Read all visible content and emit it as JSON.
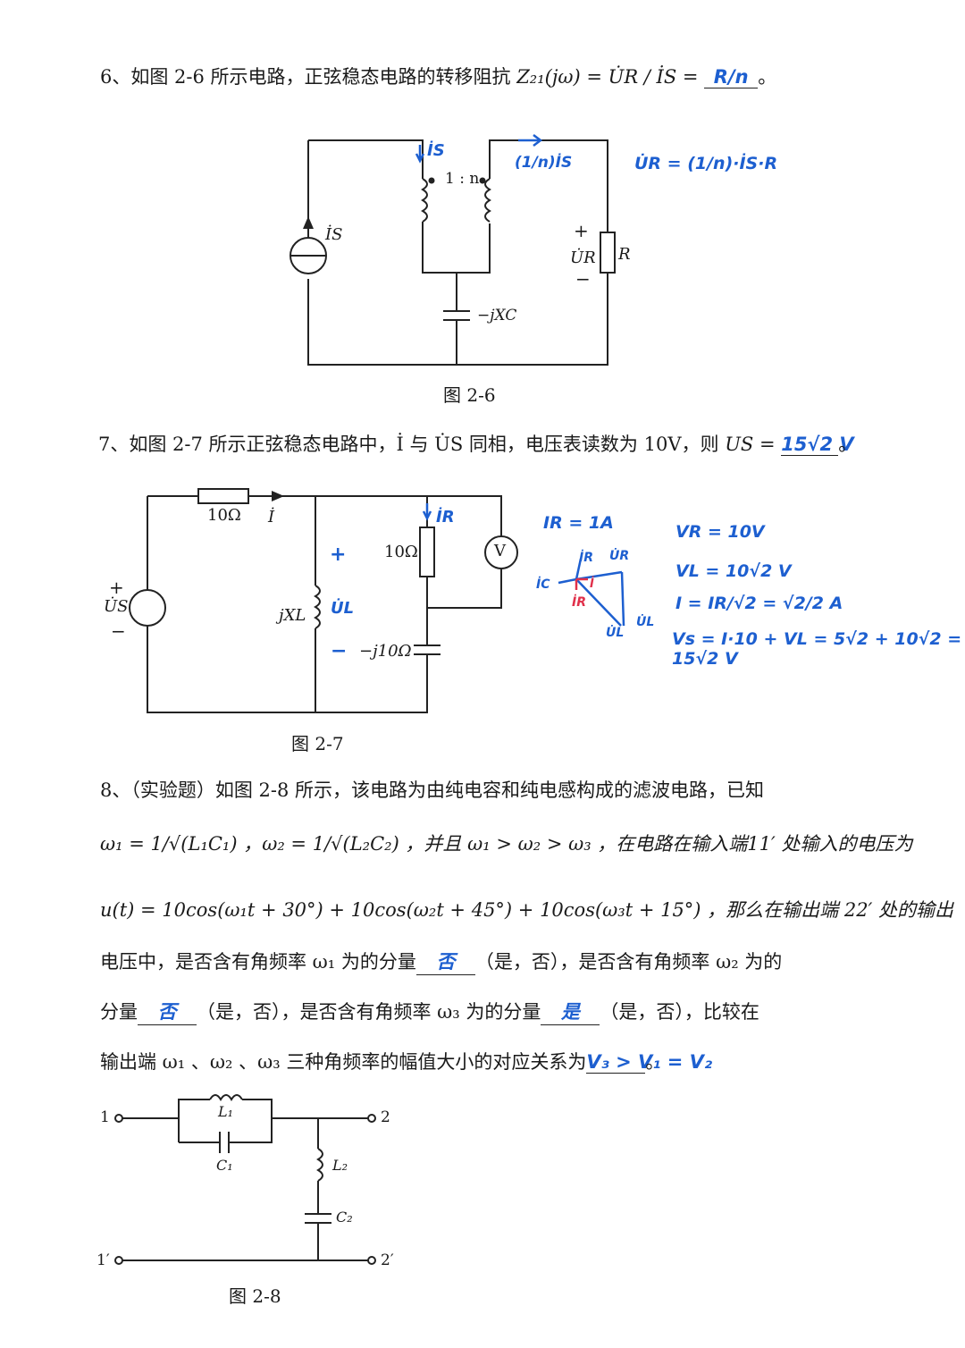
{
  "q6": {
    "text": "6、如图 2-6 所示电路，正弦稳态电路的转移阻抗",
    "formula": "Z₂₁(jω) = U̇R / İS =",
    "answer": "R/n",
    "end": "。"
  },
  "fig26": {
    "caption": "图 2-6",
    "ratio": "1 : n",
    "source_label": "İS",
    "ur_label": "U̇R",
    "r_label": "R",
    "cap_label": "−jXC",
    "plus": "+",
    "minus": "−",
    "note_is": "İS",
    "note_current": "(1/n)İS",
    "note_formula": "U̇R = (1/n)·İS·R"
  },
  "q7": {
    "text": "7、如图 2-7 所示正弦稳态电路中，İ 与 U̇S 同相，电压表读数为 10V，则",
    "var": "US =",
    "answer": "15√2 V",
    "end": "。"
  },
  "fig27": {
    "caption": "图 2-7",
    "r1": "10Ω",
    "i_label": "İ",
    "us_label": "U̇S",
    "xl_label": "jXL",
    "ul_note": "U̇L",
    "r2": "10Ω",
    "ir_note": "İR",
    "vm": "V",
    "c_label": "−j10Ω",
    "plus": "+",
    "minus": "−",
    "notes": [
      "IR = 1A",
      "VR = 10V",
      "VL = 10√2 V",
      "I = IR/√2 = √2/2 A",
      "Vs = I·10 + VL = 5√2 + 10√2 = 15√2 V"
    ],
    "phasor_labels": [
      "İC",
      "İR",
      "U̇R",
      "İ",
      "İR",
      "U̇L",
      "U̇L"
    ]
  },
  "q8": {
    "l1": "8、（实验题）如图 2-8 所示，该电路为由纯电容和纯电感构成的滤波电路，已知",
    "l2": "ω₁ = 1/√(L₁C₁) ，ω₂ = 1/√(L₂C₂) ，并且 ω₁ > ω₂ > ω₃ ，在电路在输入端11′ 处输入的电压为",
    "l3": "u(t) = 10cos(ω₁t + 30°) + 10cos(ω₂t + 45°) + 10cos(ω₃t + 15°) ，那么在输出端 22′ 处的输出",
    "l4a": "电压中，是否含有角频率 ω₁ 为的分量",
    "a1": "否",
    "l4b": "（是，否），是否含有角频率 ω₂ 为的",
    "l5a": "分量",
    "a2": "否",
    "l5b": "（是，否），是否含有角频率 ω₃ 为的分量",
    "a3": "是",
    "l5c": "（是，否），比较在",
    "l6a": "输出端 ω₁ 、ω₂ 、ω₃ 三种角频率的幅值大小的对应关系为",
    "a4": "V₃ > V₁ = V₂",
    "end": "。"
  },
  "fig28": {
    "caption": "图 2-8",
    "t1": "1",
    "t1p": "1′",
    "t2": "2",
    "t2p": "2′",
    "l1": "L₁",
    "c1": "C₁",
    "l2": "L₂",
    "c2": "C₂"
  }
}
